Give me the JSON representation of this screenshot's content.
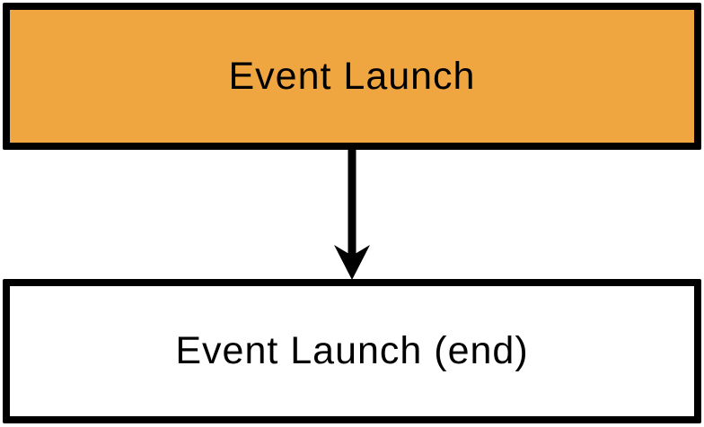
{
  "diagram": {
    "type": "flowchart",
    "background_color": "#FFFFFF",
    "nodes": [
      {
        "id": "event-launch",
        "label": "Event Launch",
        "shape": "rectangle",
        "fill_color": "#F0A640",
        "border_color": "#000000",
        "text_color": "#000000"
      },
      {
        "id": "event-launch-end",
        "label": "Event Launch (end)",
        "shape": "rectangle",
        "fill_color": "#FFFFFF",
        "border_color": "#000000",
        "text_color": "#000000"
      }
    ],
    "edges": [
      {
        "from": "event-launch",
        "to": "event-launch-end",
        "type": "arrow",
        "direction": "down",
        "color": "#000000"
      }
    ]
  }
}
